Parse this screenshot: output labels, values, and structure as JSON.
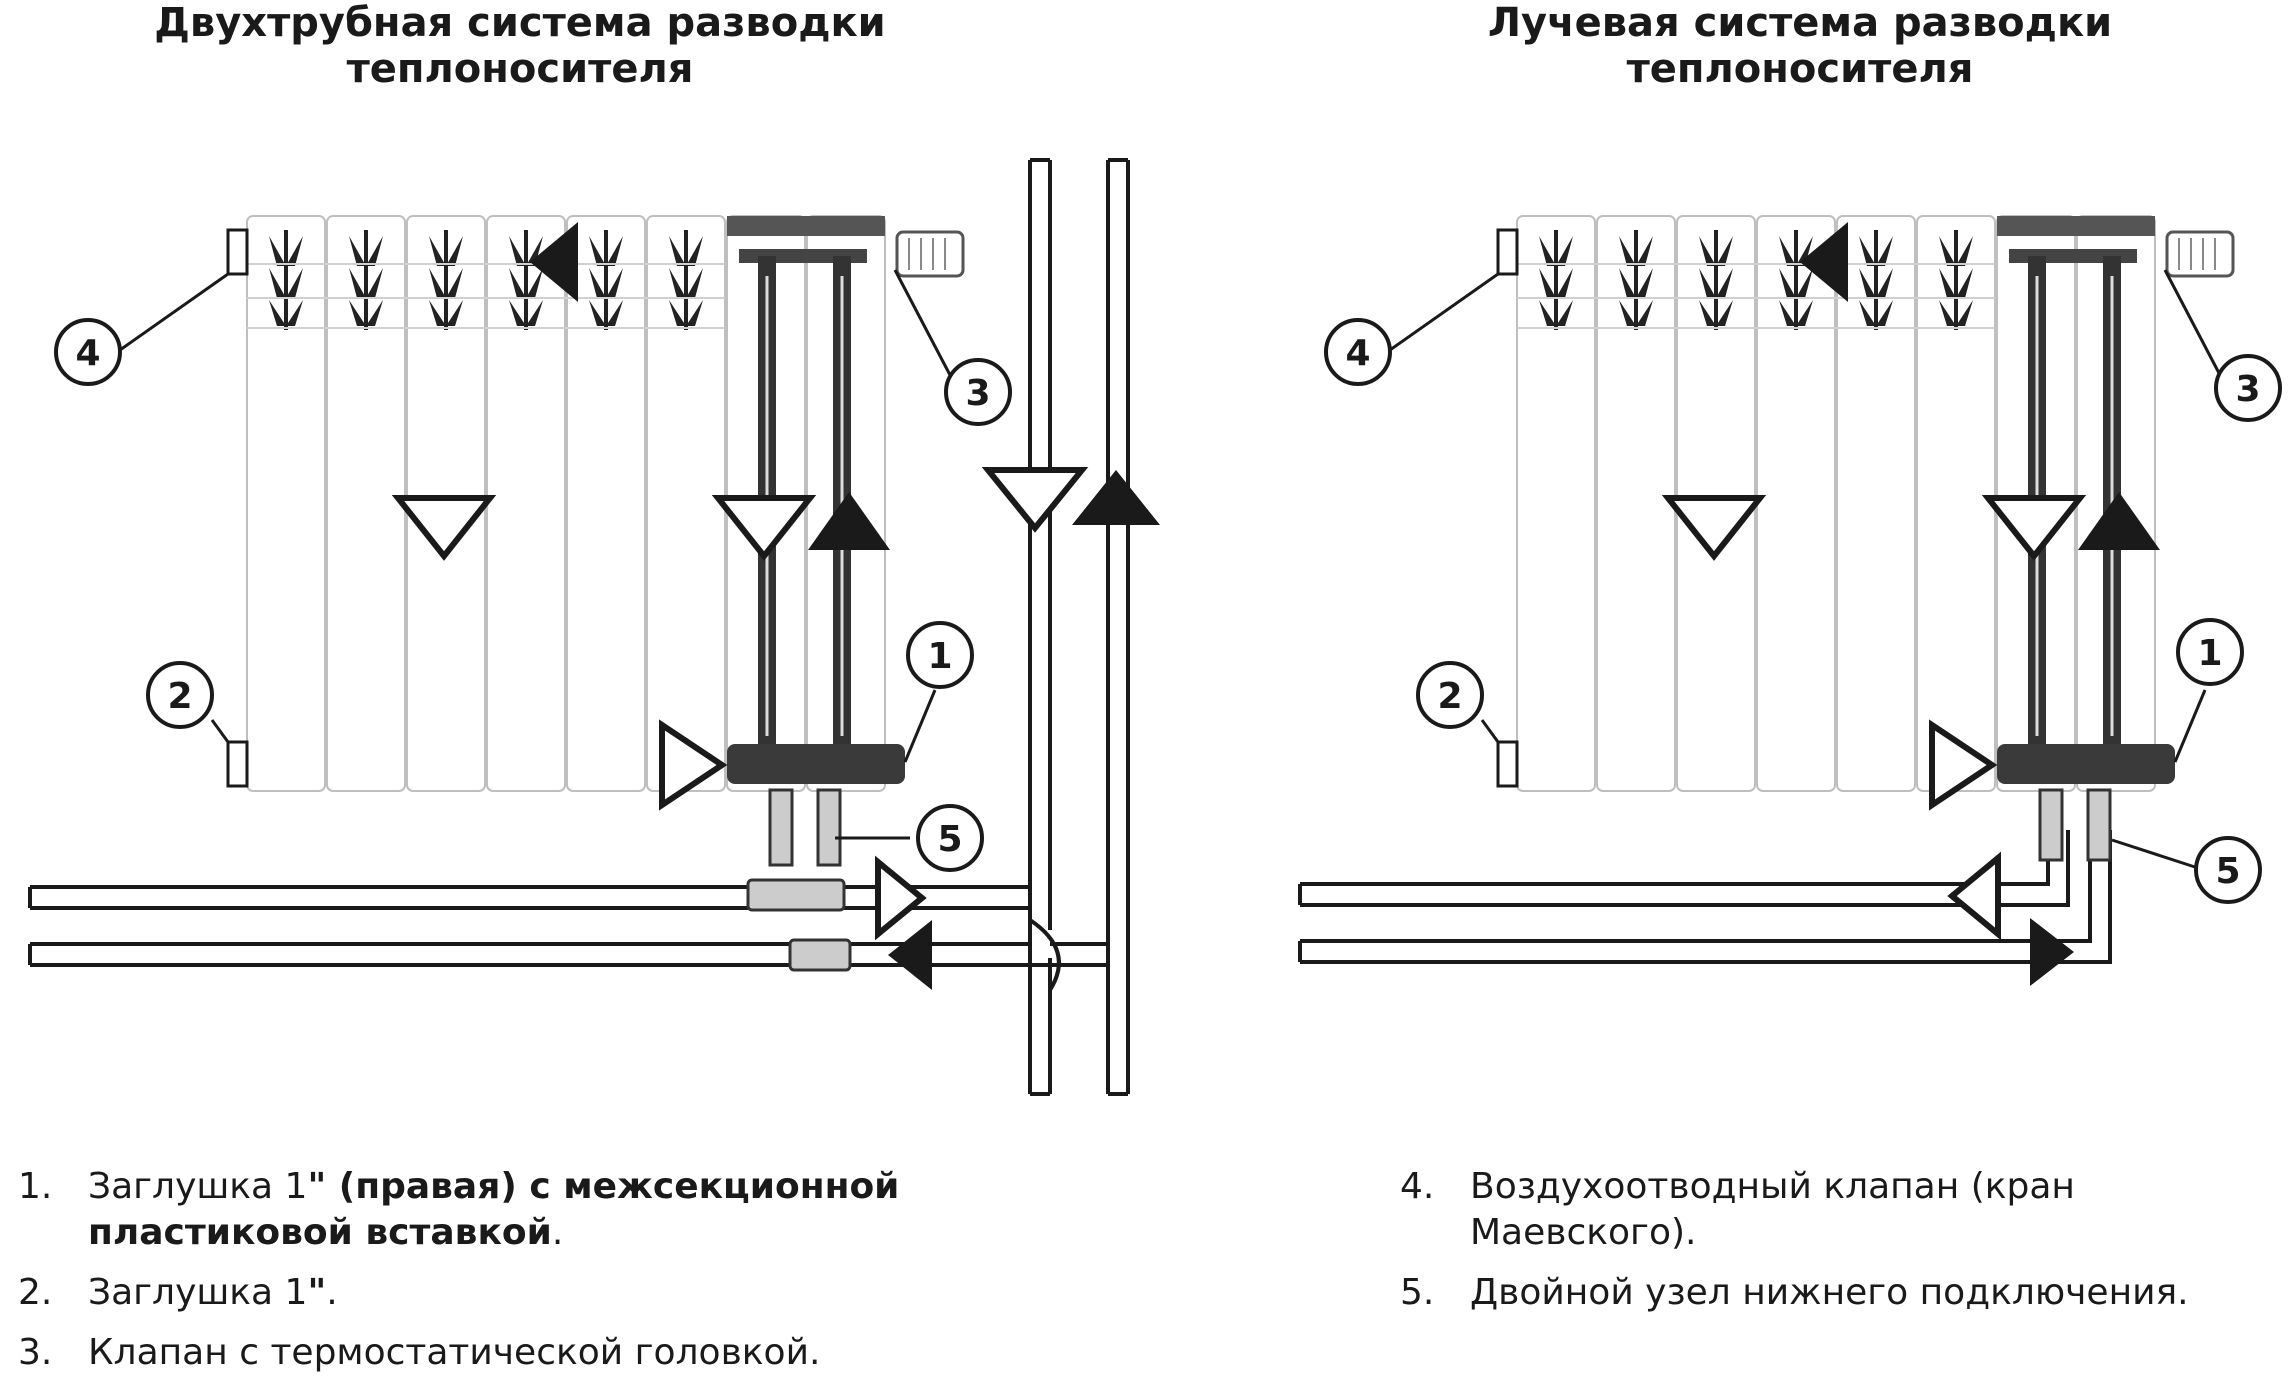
{
  "titles": {
    "left": [
      "Двухтрубная система разводки",
      "теплоносителя"
    ],
    "right": [
      "Лучевая система разводки",
      "теплоносителя"
    ]
  },
  "callouts": [
    "1",
    "2",
    "3",
    "4",
    "5"
  ],
  "legend": {
    "left": [
      {
        "num": "1.",
        "pre": "Заглушка 1",
        "bold": "\" (правая) с межсекционной пластиковой вставкой",
        "post": "."
      },
      {
        "num": "2.",
        "pre": "Заглушка 1",
        "bold": "\"",
        "post": "."
      },
      {
        "num": "3.",
        "pre": "Клапан с термостатической головкой.",
        "bold": "",
        "post": ""
      }
    ],
    "right": [
      {
        "num": "4.",
        "pre": "Воздухоотводный клапан (кран Маевского).",
        "bold": "",
        "post": ""
      },
      {
        "num": "5.",
        "pre": "Двойной узел нижнего подключения.",
        "bold": "",
        "post": ""
      }
    ]
  },
  "colors": {
    "stroke": "#1a1a1a",
    "fill_dark": "#1a1a1a",
    "insert": "#555555"
  }
}
